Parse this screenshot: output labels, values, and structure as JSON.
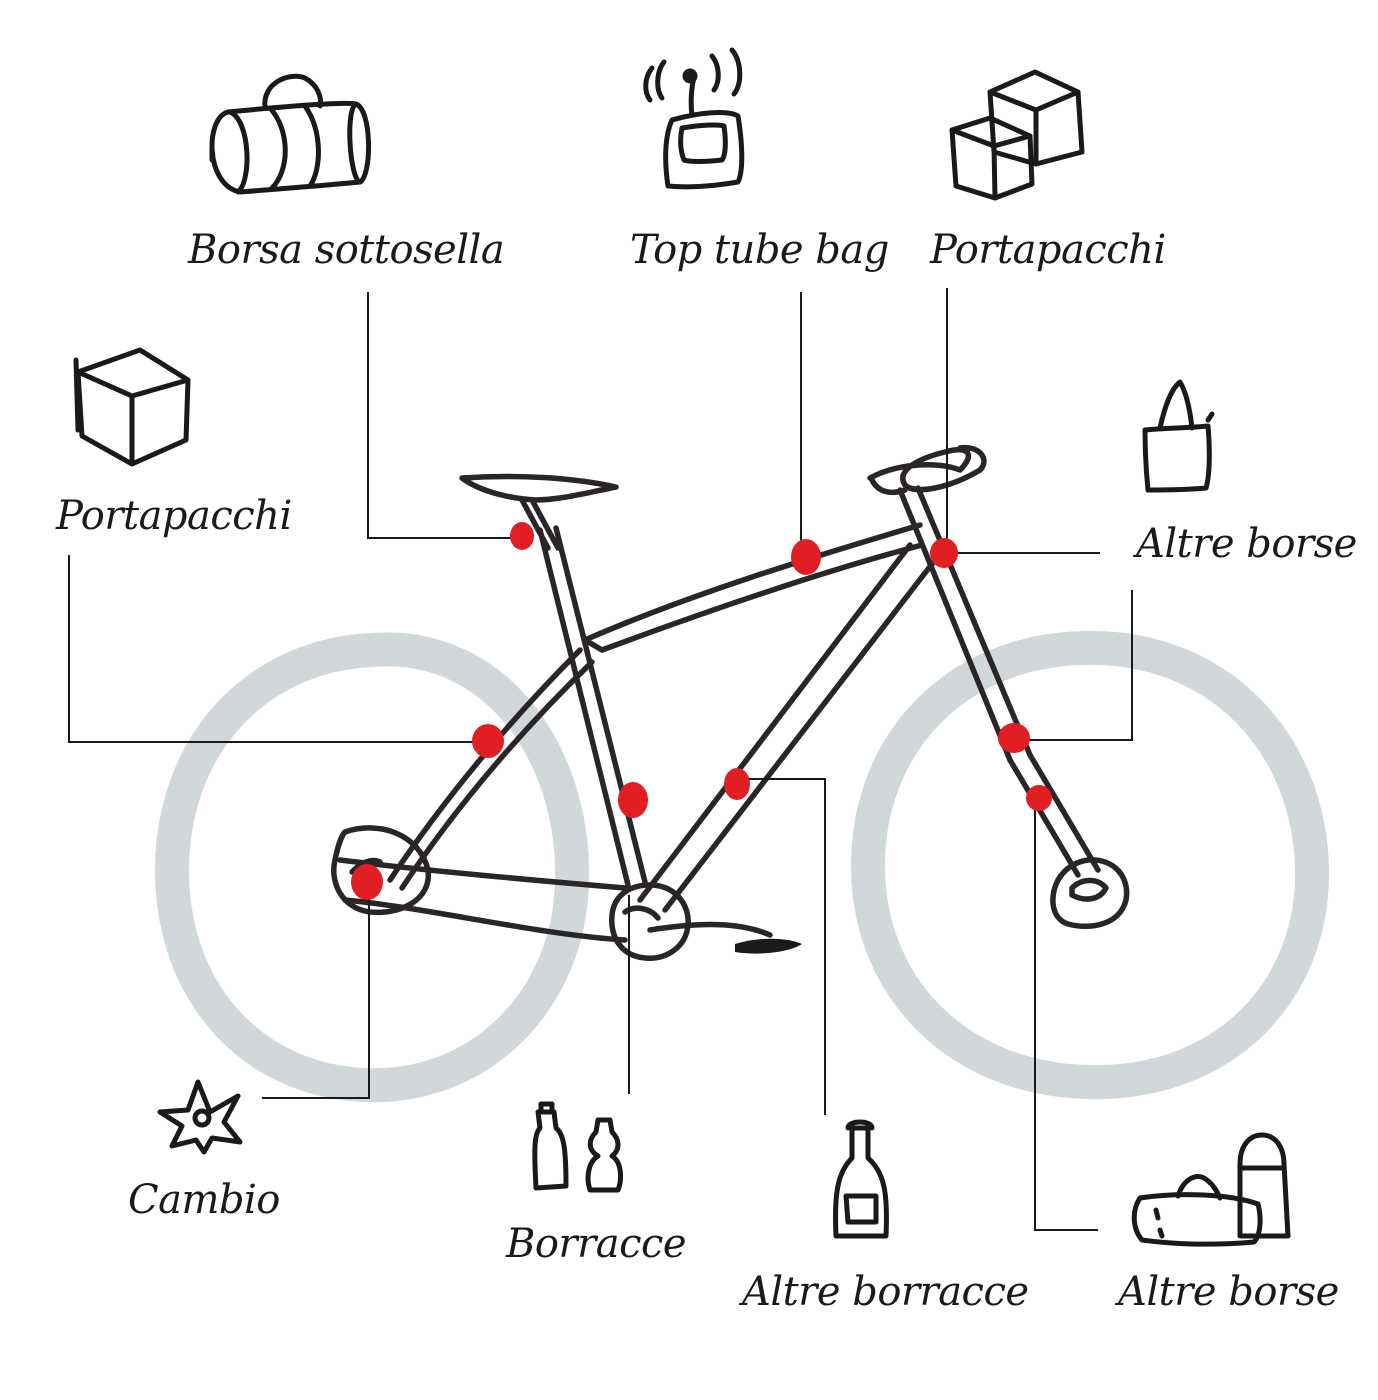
{
  "labels": {
    "borsa_sottosella": "Borsa sottosella",
    "top_tube_bag": "Top tube bag",
    "portapacchi_top": "Portapacchi",
    "portapacchi_left": "Portapacchi",
    "altre_borse_right": "Altre borse",
    "cambio": "Cambio",
    "borracce": "Borracce",
    "altre_borracce": "Altre borracce",
    "altre_borse_bottom": "Altre borse"
  },
  "icons": {
    "borsa_sottosella": "duffel-bag-icon",
    "top_tube_bag": "phone-bag-icon",
    "portapacchi_top": "stacked-boxes-icon",
    "portapacchi_left": "box-icon",
    "altre_borse_right": "tote-bag-icon",
    "cambio": "gear-star-icon",
    "borracce": "bottles-icon",
    "altre_borracce": "wine-bottle-icon",
    "altre_borse_bottom": "bags-icon"
  },
  "colors": {
    "mount_point": "#e01e24",
    "wheel": "#d2d8da",
    "ink": "#1a1a1a"
  }
}
